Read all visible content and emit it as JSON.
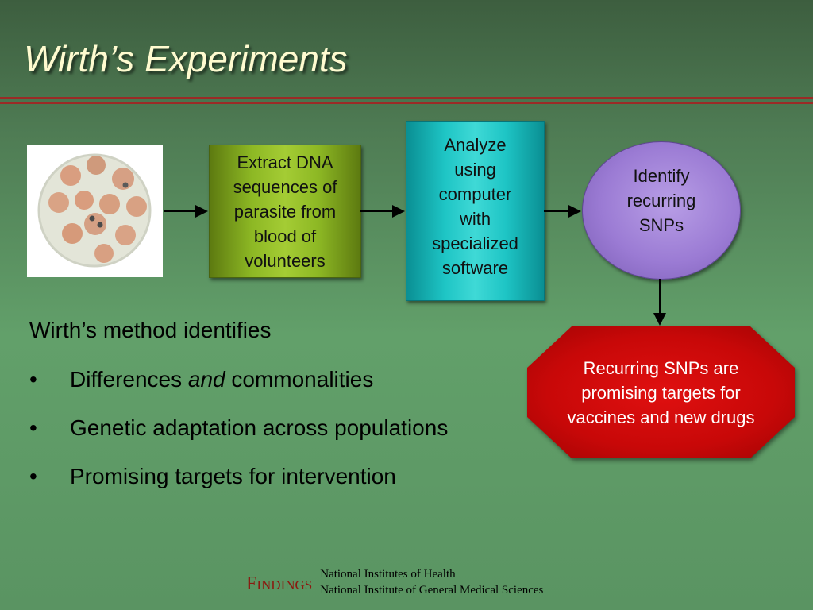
{
  "slide": {
    "title": "Wirth’s Experiments"
  },
  "flow": {
    "step1": "Extract DNA\nsequences of\nparasite from\nblood of\nvolunteers",
    "step2": "Analyze\nusing\ncomputer\nwith\nspecialized\nsoftware",
    "step3": "Identify\nrecurring\nSNPs",
    "outcome": "Recurring SNPs are\npromising targets for\nvaccines and new drugs",
    "colors": {
      "step1": "#8db824",
      "step2": "#1ec5c5",
      "step3": "#9b7bd4",
      "outcome": "#c80808"
    }
  },
  "body": {
    "lead": "Wirth’s method identifies",
    "bullet_symbol": "•",
    "b1_before": "Differences ",
    "b1_italic": "and",
    "b1_after": " commonalities",
    "b2": "Genetic adaptation across populations",
    "b3": "Promising targets for intervention"
  },
  "footer": {
    "findings": "Findings",
    "line1": "National Institutes of Health",
    "line2": "National Institute of General Medical Sciences"
  },
  "colors": {
    "background": "#5a9462",
    "title_text": "#fffbd0",
    "rule": "#9b2a26",
    "findings_text": "#8b1a10"
  }
}
